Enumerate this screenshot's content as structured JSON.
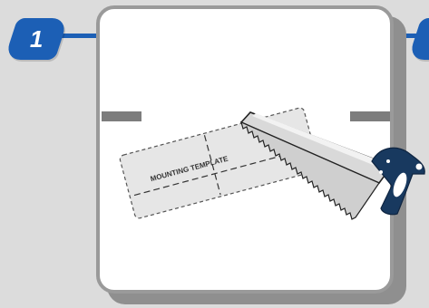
{
  "steps": {
    "current_number": "1",
    "next_number": ""
  },
  "template": {
    "label": "MOUNTING TEMPLATE"
  },
  "colors": {
    "accent": "#1c5fb5",
    "background": "#dcdcdc",
    "card_border": "#9a9a9a",
    "card_shadow": "#8f8f8f",
    "wall_marker": "#7d7d7d",
    "template_fill": "#e6e6e6",
    "saw_blade": "#d9d9d9",
    "saw_handle": "#18395f"
  },
  "icons": {
    "saw": "hand-saw-icon",
    "template": "mounting-template-paper"
  }
}
